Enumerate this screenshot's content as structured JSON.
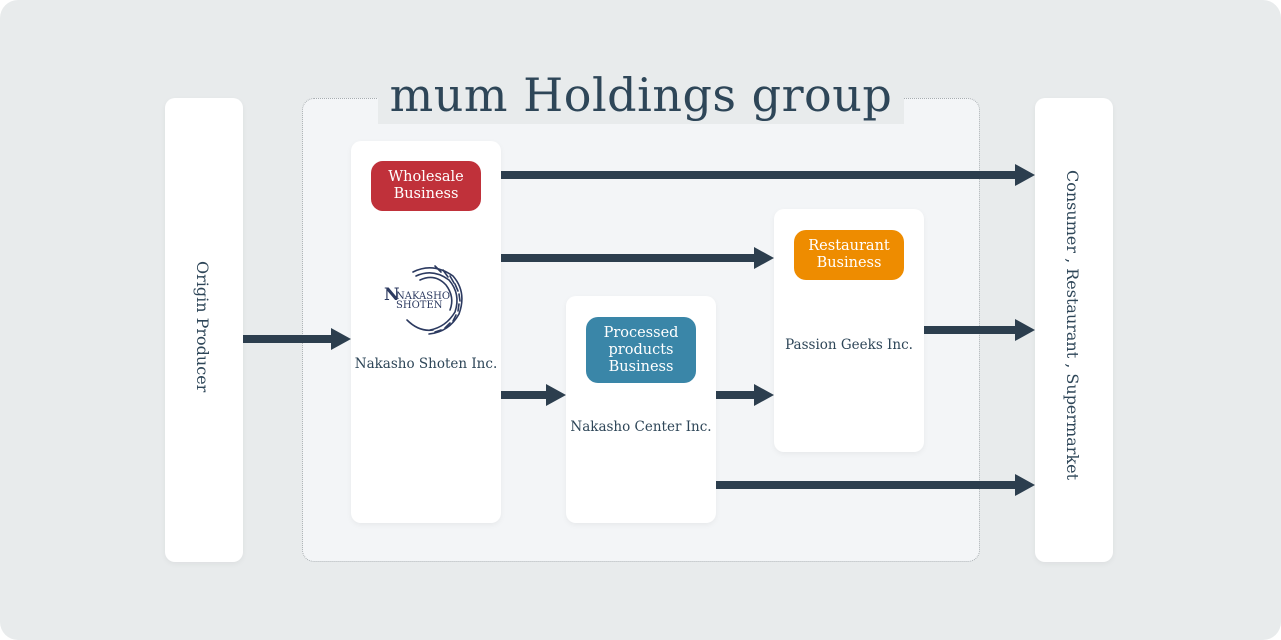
{
  "title": "mum Holdings group",
  "origin": {
    "label": "Origin Producer"
  },
  "consumer": {
    "label": "Consumer , Restaurant , Supermarket"
  },
  "wholesale": {
    "badge": "Wholesale Business",
    "company": "Nakasho Shoten Inc.",
    "color": "#c0313a"
  },
  "processed": {
    "badge": "Processed products Business",
    "company": "Nakasho Center Inc.",
    "color": "#3a86a8"
  },
  "restaurant": {
    "badge": "Restaurant Business",
    "company": "Passion Geeks Inc.",
    "color": "#ee8c00"
  },
  "logo": {
    "line1": "NAKASHO",
    "line2": "SHOTEN",
    "icon": "nakasho-shoten-logo"
  },
  "colors": {
    "arrow": "#2c3e4e",
    "text": "#2e4658",
    "background": "#e8ebec"
  }
}
